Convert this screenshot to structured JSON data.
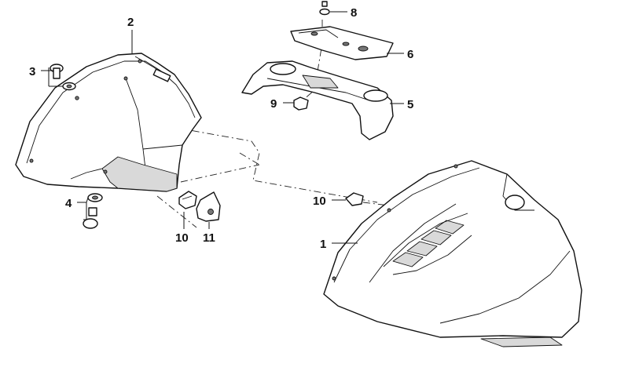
{
  "callouts": {
    "c1": "1",
    "c2": "2",
    "c3": "3",
    "c4": "4",
    "c5": "5",
    "c6": "6",
    "c8": "8",
    "c9": "9",
    "c10a": "10",
    "c10b": "10",
    "c11": "11"
  }
}
